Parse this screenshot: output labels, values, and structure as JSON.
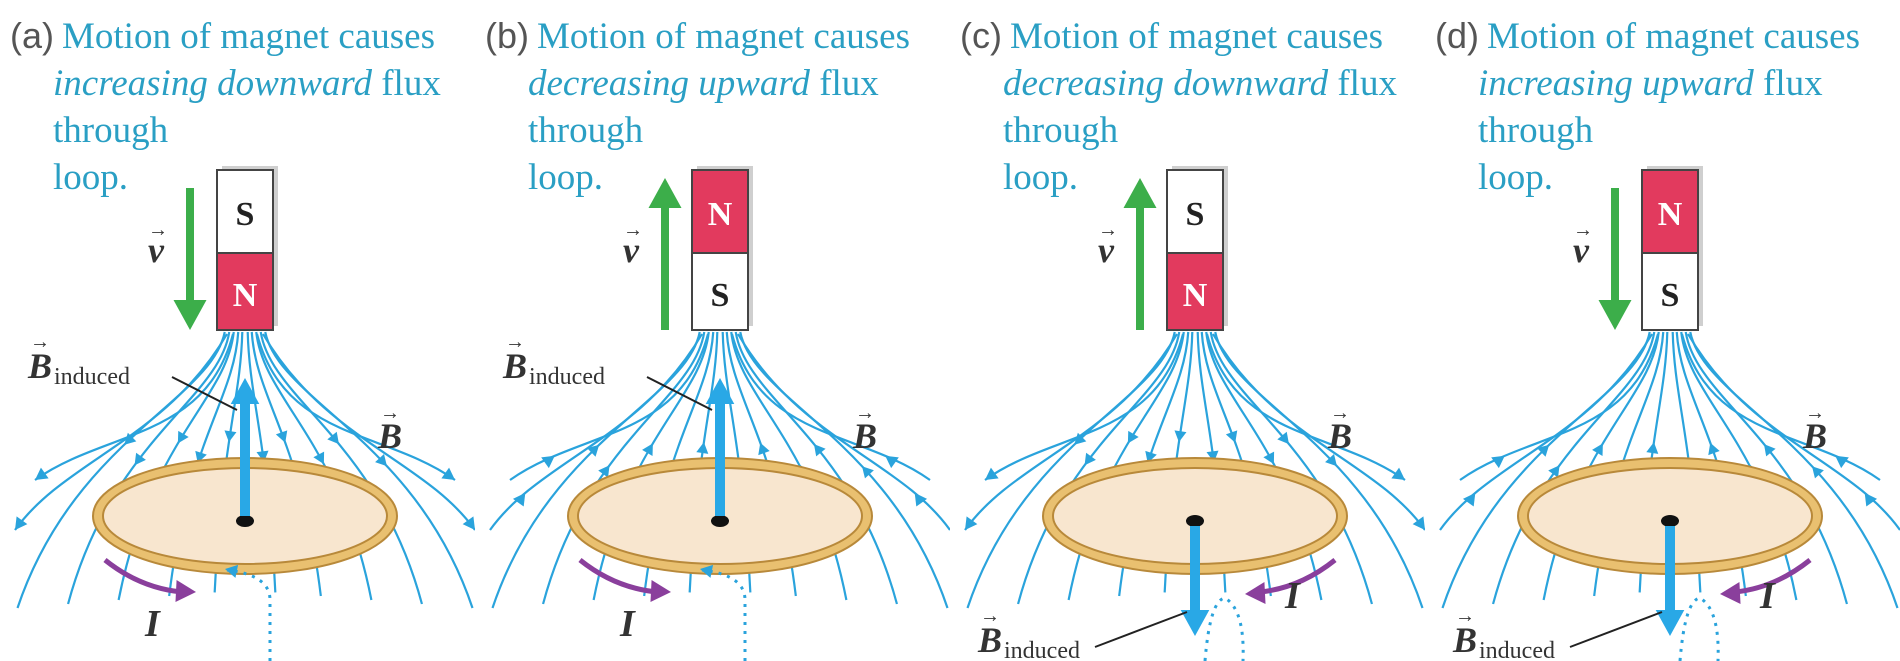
{
  "panels": [
    {
      "letter": "(a)",
      "caption_1": "Motion of magnet causes",
      "caption_italic": "increasing downward",
      "caption_2": "flux",
      "caption_3": "through",
      "caption_4": "loop.",
      "magnet_top": "S",
      "magnet_bottom": "N",
      "top_color": "#ffffff",
      "bottom_color": "#e23a5e",
      "velocity": "down",
      "induced": "up",
      "current_side": "left"
    },
    {
      "letter": "(b)",
      "caption_1": "Motion of magnet causes",
      "caption_italic": "decreasing upward",
      "caption_2": "flux",
      "caption_3": "through",
      "caption_4": "loop.",
      "magnet_top": "N",
      "magnet_bottom": "S",
      "top_color": "#e23a5e",
      "bottom_color": "#ffffff",
      "velocity": "up",
      "induced": "up",
      "current_side": "left"
    },
    {
      "letter": "(c)",
      "caption_1": "Motion of magnet causes",
      "caption_italic": "decreasing downward",
      "caption_2": "flux",
      "caption_3": "through",
      "caption_4": "loop.",
      "magnet_top": "S",
      "magnet_bottom": "N",
      "top_color": "#ffffff",
      "bottom_color": "#e23a5e",
      "velocity": "up",
      "induced": "down",
      "current_side": "right"
    },
    {
      "letter": "(d)",
      "caption_1": "Motion of magnet causes",
      "caption_italic": "increasing upward",
      "caption_2": "flux",
      "caption_3": "through",
      "caption_4": "loop.",
      "magnet_top": "N",
      "magnet_bottom": "S",
      "top_color": "#e23a5e",
      "bottom_color": "#ffffff",
      "velocity": "down",
      "induced": "down",
      "current_side": "right"
    }
  ],
  "labels": {
    "v": "v",
    "B": "B",
    "B_sub": "induced",
    "I": "I",
    "vec_arrow": "→"
  },
  "colors": {
    "caption": "#2a9fc4",
    "field_line": "#2aa3dc",
    "induced_arrow": "#29a8e6",
    "velocity_arrow": "#3cae4a",
    "current_arrow": "#8a3f9c",
    "ring": "#e9c070",
    "ring_edge": "#b8893a",
    "ring_fill": "#f8e6cf",
    "magnet_red": "#e23a5e"
  }
}
